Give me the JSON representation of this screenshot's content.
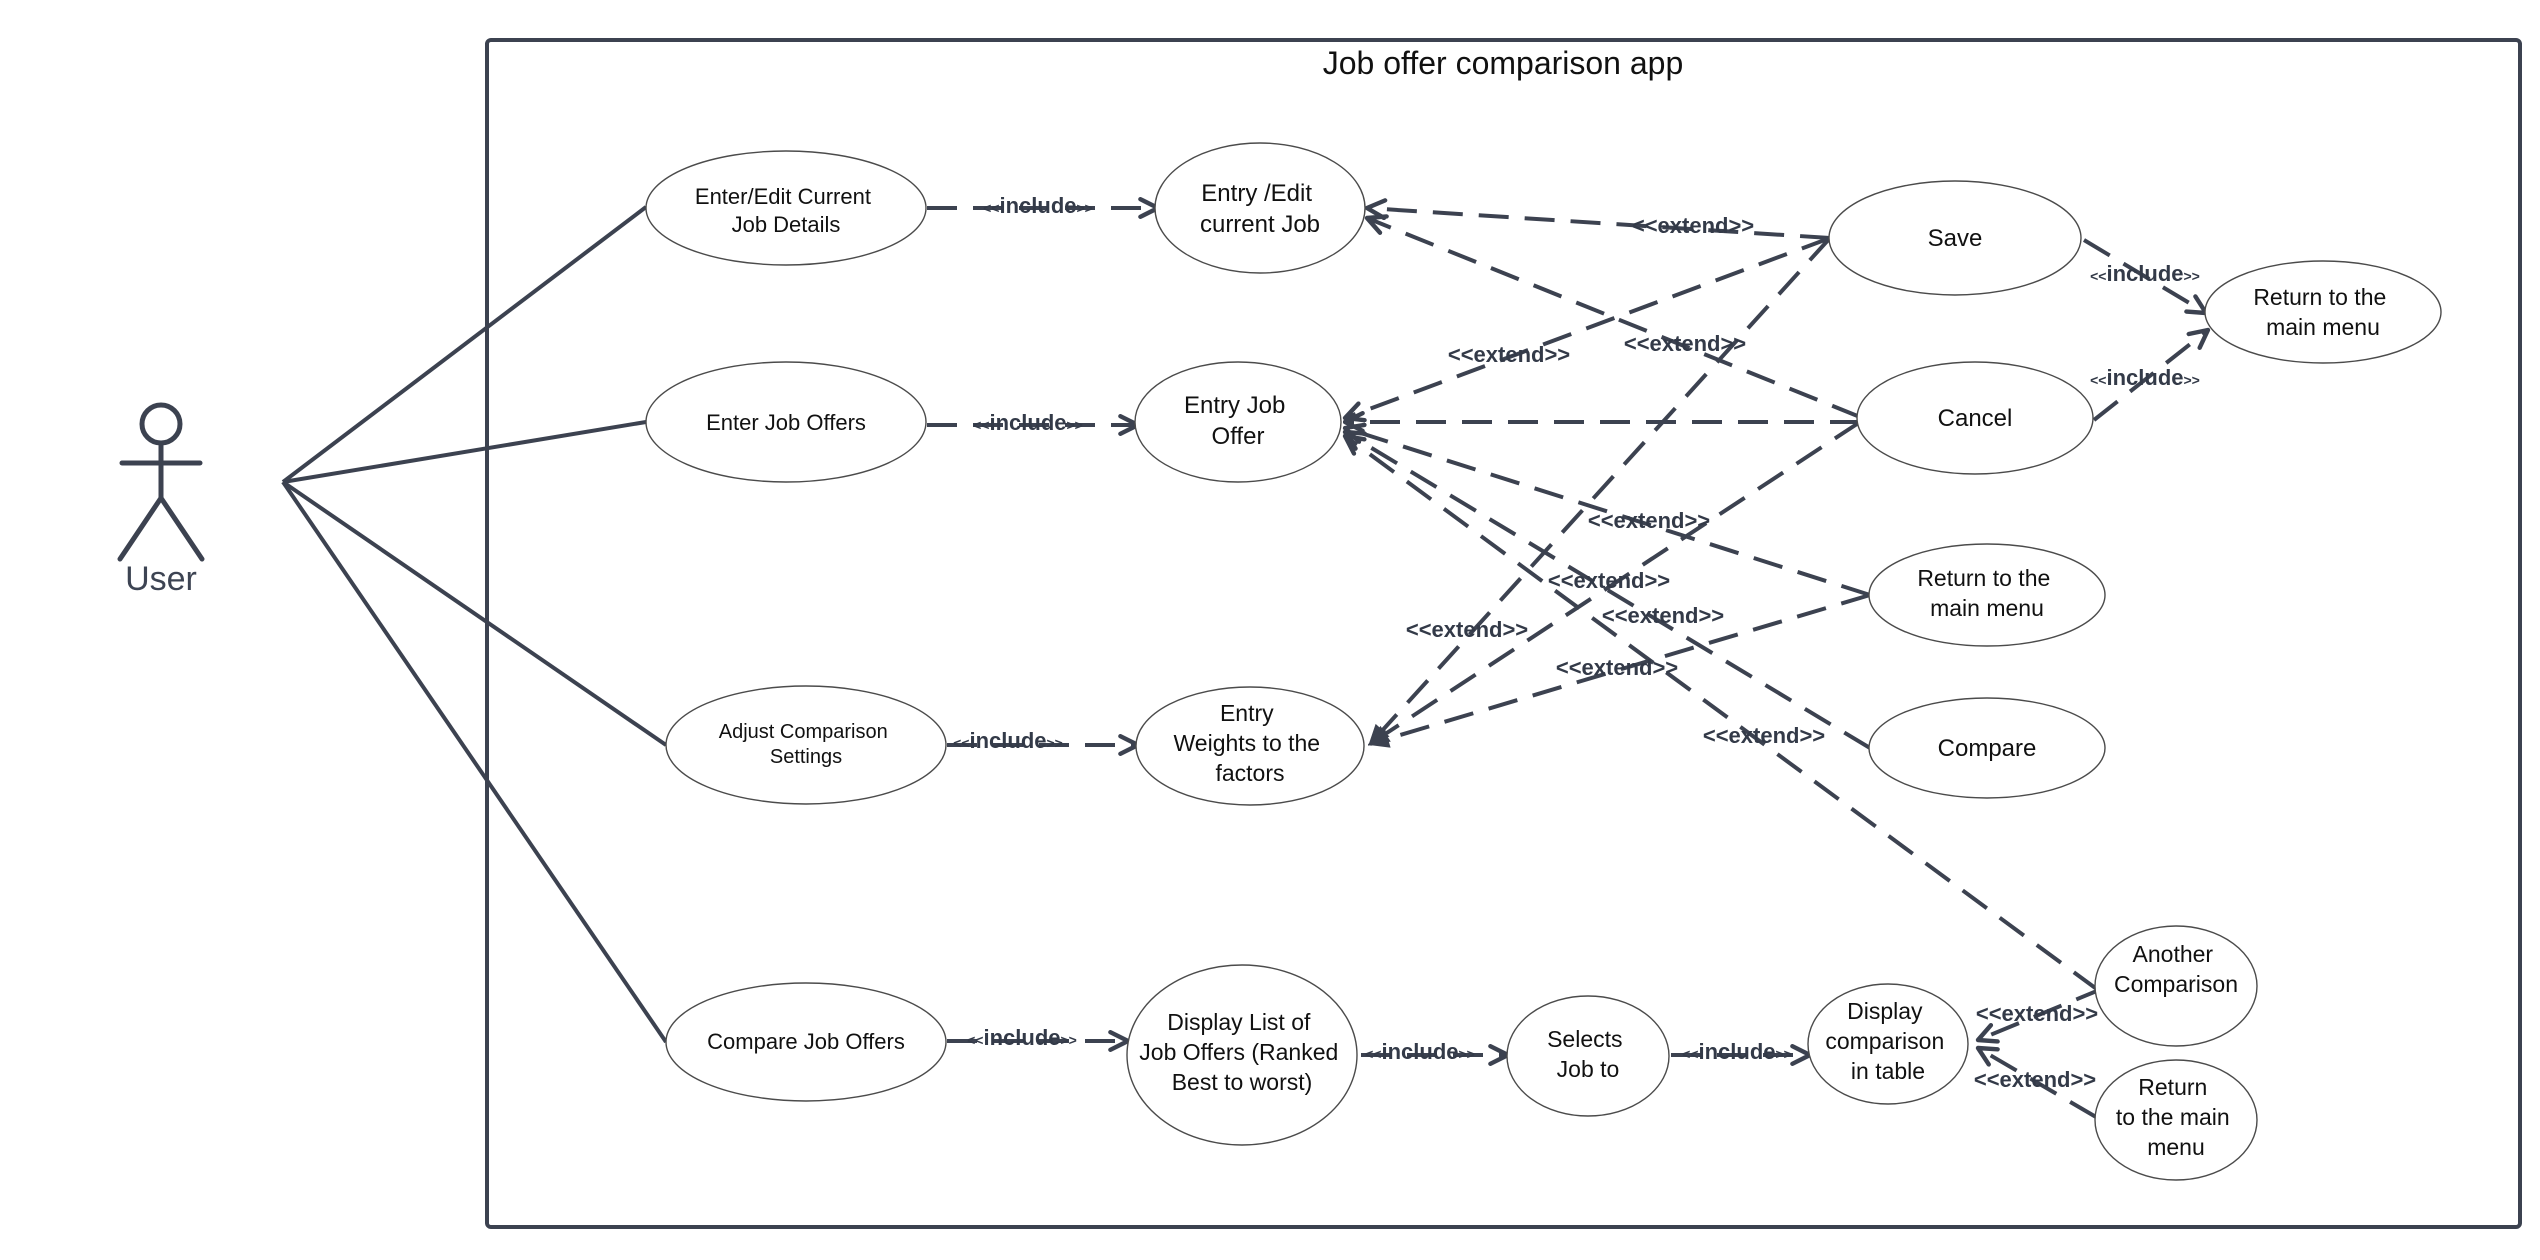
{
  "system": {
    "title": "Job offer comparison app"
  },
  "actor": {
    "name": "User"
  },
  "use_cases": {
    "enter_edit_current": [
      "Enter/Edit Current",
      "Job Details"
    ],
    "enter_job_offers": [
      "Enter Job Offers"
    ],
    "adjust_settings": [
      "Adjust Comparison",
      "Settings"
    ],
    "compare_offers": [
      "Compare Job Offers"
    ],
    "entry_edit_current_job": [
      "Entry /Edit",
      "current Job"
    ],
    "entry_job_offer": [
      "Entry Job",
      "Offer"
    ],
    "entry_weights": [
      "Entry",
      "Weights to the",
      "factors"
    ],
    "display_list": [
      "Display List of",
      "Job Offers (Ranked",
      "Best  to worst)"
    ],
    "selects_job": [
      "Selects",
      "Job to"
    ],
    "display_table": [
      "Display",
      "comparison",
      "in table"
    ],
    "save": [
      "Save"
    ],
    "cancel": [
      "Cancel"
    ],
    "return_main_menu_1": [
      "Return to the",
      "main menu"
    ],
    "return_main_menu_2": [
      "Return to the",
      "main menu"
    ],
    "compare": [
      "Compare"
    ],
    "another_comparison": [
      "Another",
      "Comparison"
    ],
    "return_main_menu_3": [
      "Return",
      "to the main",
      "menu"
    ]
  },
  "relation_labels": {
    "include": "include",
    "extend": "<<extend>>",
    "open": "<<",
    "close": ">>"
  }
}
